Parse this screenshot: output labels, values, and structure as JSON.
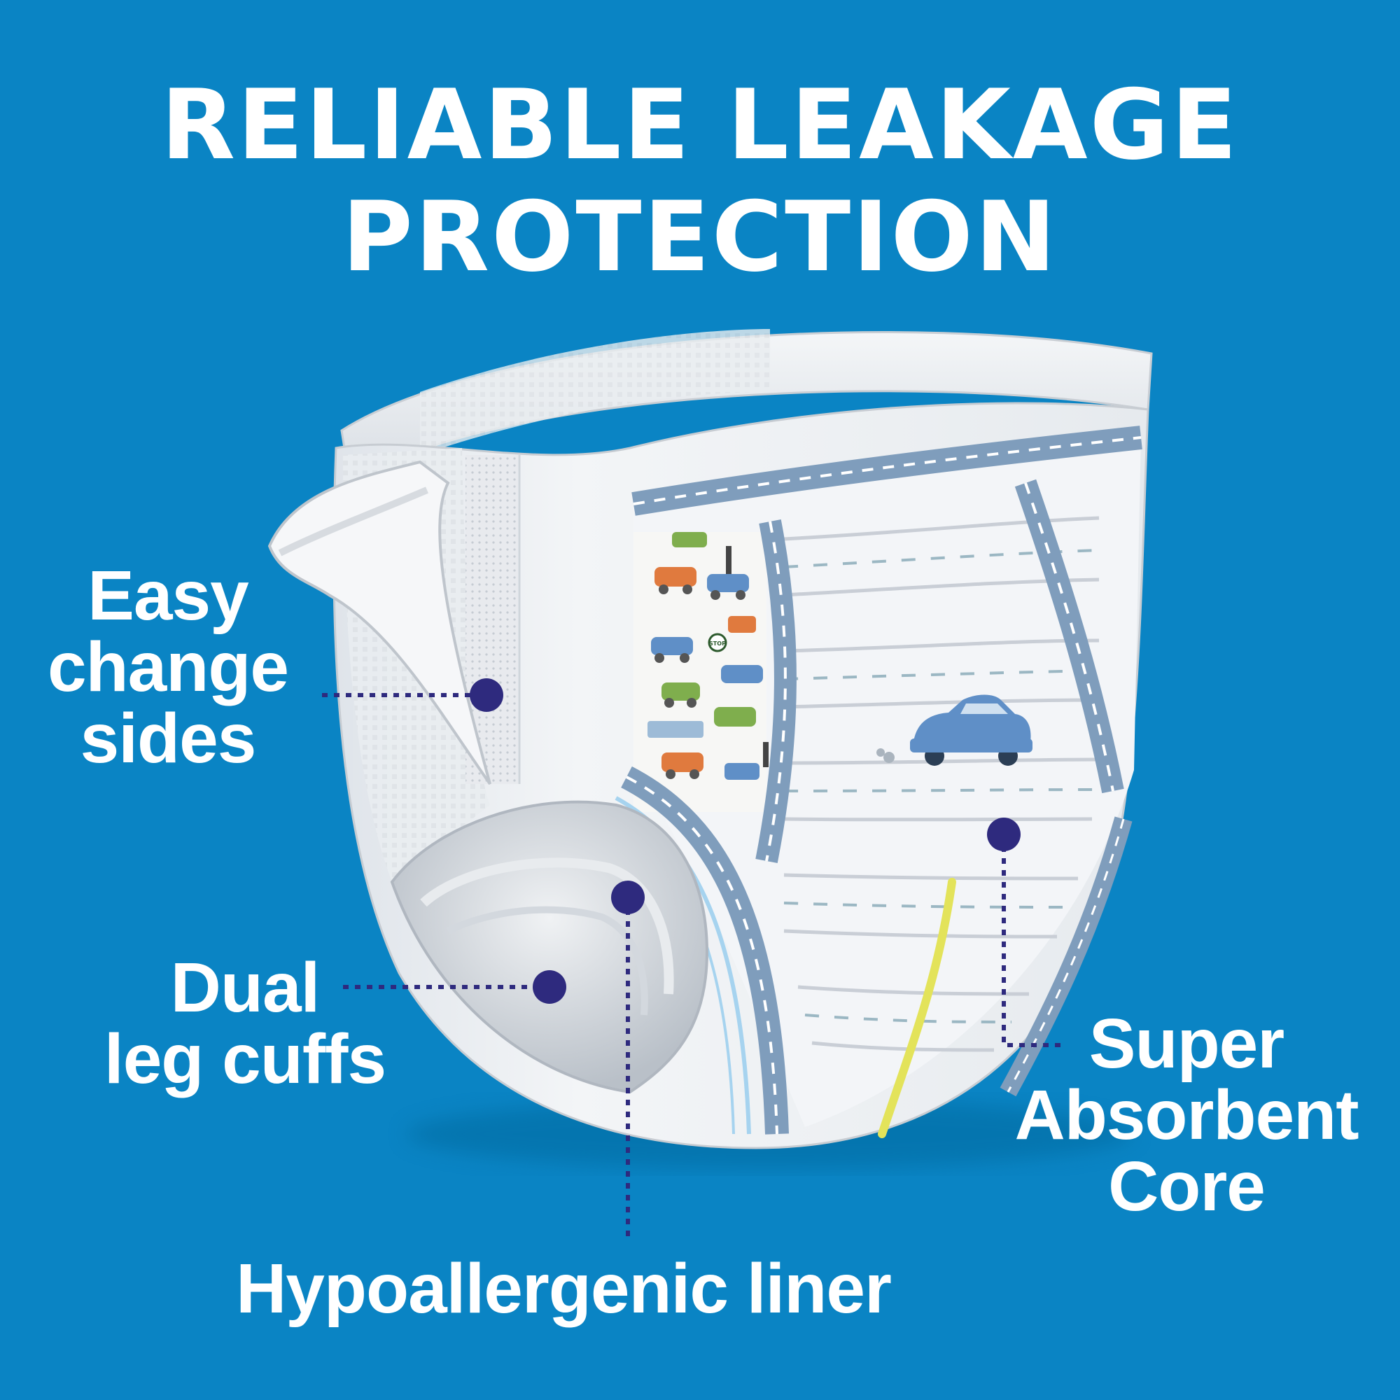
{
  "headline": {
    "line1": "RELIABLE LEAKAGE",
    "line2": "PROTECTION"
  },
  "callouts": {
    "easy_change_sides": [
      "Easy",
      "change",
      "sides"
    ],
    "dual_leg_cuffs": [
      "Dual",
      "leg cuffs"
    ],
    "super_absorbent_core": [
      "Super",
      "Absorbent",
      "Core"
    ],
    "hypoallergenic_liner": [
      "Hypoallergenic liner"
    ]
  },
  "sign_text": "STOP",
  "colors": {
    "background": "#0a84c4",
    "text": "#ffffff",
    "marker": "#2e2a7e",
    "road": "#7f9dbc",
    "wetness_indicator": "#e3e35a",
    "car_orange": "#e07a3e",
    "car_blue": "#5f8fc7",
    "car_green": "#7fae4d"
  }
}
